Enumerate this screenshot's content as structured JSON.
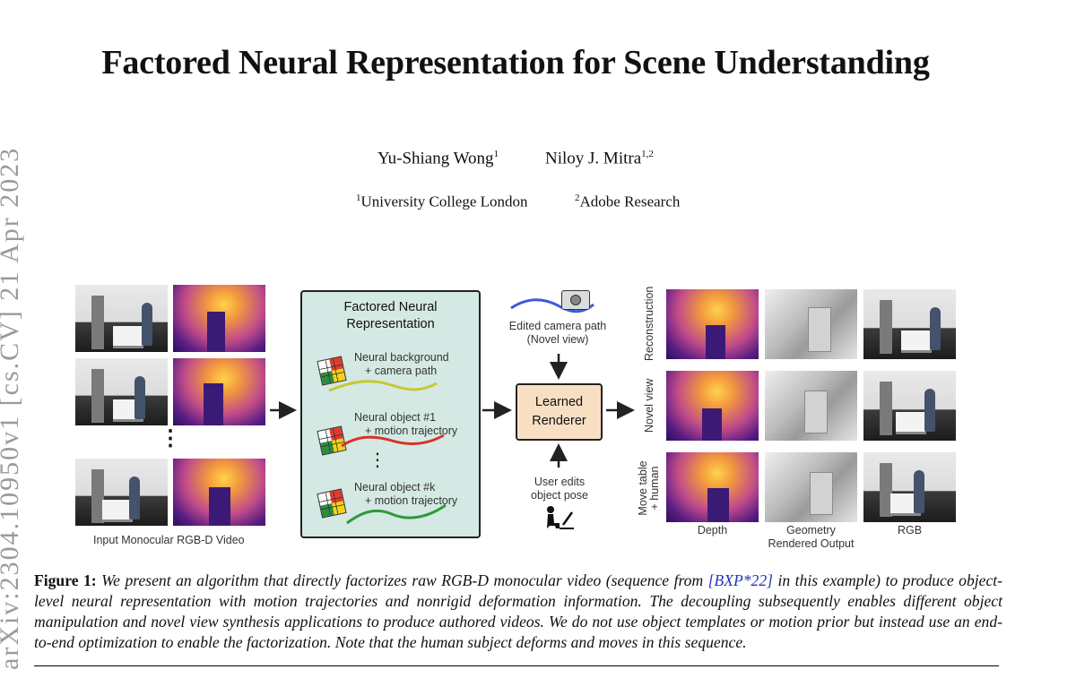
{
  "paper": {
    "title": "Factored Neural Representation for Scene Understanding",
    "authors": [
      {
        "name": "Yu-Shiang Wong",
        "sup": "1"
      },
      {
        "name": "Niloy J. Mitra",
        "sup": "1,2"
      }
    ],
    "affiliations": [
      {
        "sup": "1",
        "name": "University College London"
      },
      {
        "sup": "2",
        "name": "Adobe Research"
      }
    ],
    "arxiv_stamp": "arXiv:2304.10950v1 [cs.CV] 21 Apr 2023"
  },
  "figure": {
    "input_label": "Input Monocular RGB-D Video",
    "ellipsis": "⋮",
    "panel_title": "Factored Neural Representation",
    "items": [
      {
        "line1": "Neural background",
        "line2": "+ camera path",
        "curve_color": "#c8c832"
      },
      {
        "line1": "Neural object #1",
        "line2": "+ motion trajectory",
        "curve_color": "#d8322a"
      },
      {
        "line1": "Neural object #k",
        "line2": "+ motion trajectory",
        "curve_color": "#2e9a3a"
      }
    ],
    "camera_path_curve_color": "#3a5ad8",
    "edited_camera_label_1": "Edited camera path",
    "edited_camera_label_2": "(Novel view)",
    "renderer_line1": "Learned",
    "renderer_line2": "Renderer",
    "user_edits_1": "User edits",
    "user_edits_2": "object pose",
    "row_labels": [
      "Reconstruction",
      "Novel view",
      "Move table + human"
    ],
    "col_labels": [
      "Depth",
      "Geometry",
      "RGB"
    ],
    "rendered_output_label": "Rendered Output"
  },
  "caption": {
    "label": "Figure 1:",
    "text_before": " We present an algorithm that directly factorizes raw RGB-D monocular video (sequence from ",
    "citation": "[BXP*22]",
    "text_after": " in this example) to produce object-level neural representation with motion trajectories and nonrigid deformation information. The decoupling subsequently enables different object manipulation and novel view synthesis applications to produce authored videos. We do not use object templates or motion prior but instead use an end-to-end optimization to enable the factorization. Note that the human subject deforms and moves in this sequence."
  }
}
